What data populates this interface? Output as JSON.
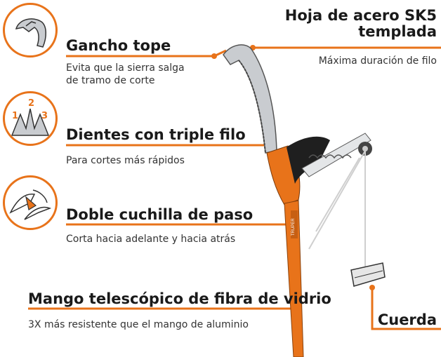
{
  "colors": {
    "accent": "#e8731a",
    "text": "#1a1a1a",
    "muted": "#333333",
    "metal": "#c9ccd0"
  },
  "features": {
    "gancho": {
      "title": "Gancho tope",
      "desc1": "Evita que la sierra salga",
      "desc2": "de tramo de corte",
      "icon": "hook-icon"
    },
    "dientes": {
      "title": "Dientes con triple filo",
      "desc": "Para cortes más rápidos",
      "icon": "triple-teeth-icon",
      "numbers": [
        "1",
        "2",
        "3"
      ]
    },
    "doble": {
      "title": "Doble cuchilla de paso",
      "desc": "Corta hacia adelante y hacia atrás",
      "icon": "double-blade-icon"
    },
    "mango": {
      "title": "Mango telescópico de fibra de vidrio",
      "desc": "3X más resistente que el mango de aluminio"
    },
    "hoja": {
      "title1": "Hoja de acero SK5",
      "title2": "templada",
      "desc": "Máxima duración de filo"
    },
    "cuerda": {
      "title": "Cuerda"
    }
  },
  "brand": "TRUPER"
}
